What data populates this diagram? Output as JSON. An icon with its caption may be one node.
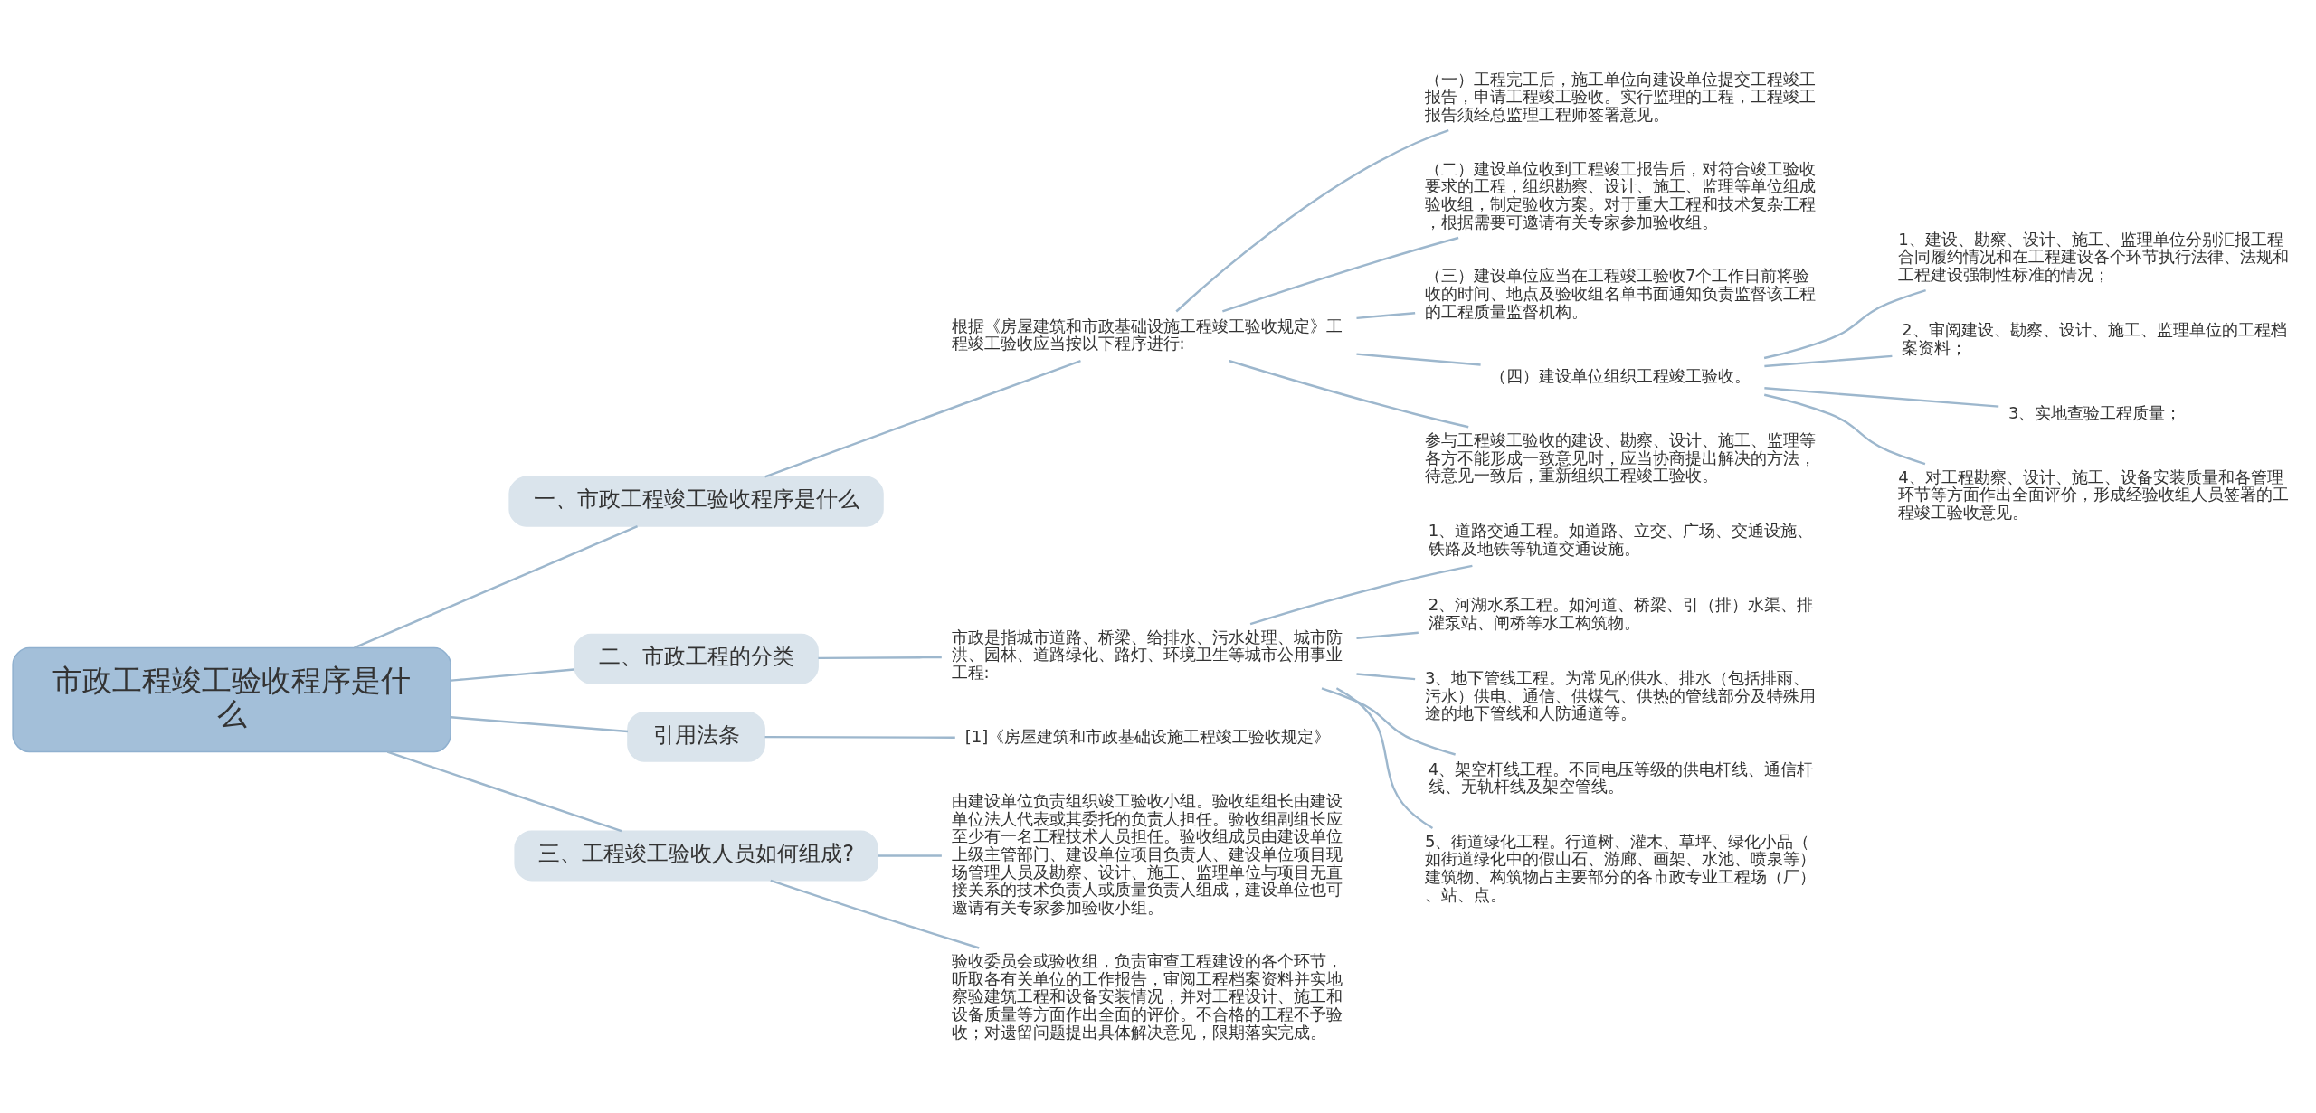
{
  "diagram": {
    "nodes": [
      {
        "text": [
          "市政工程竣工验收程序是什么"
        ]
      },
      {
        "text": [
          "一、市政工程竣工验收程序是什么"
        ]
      },
      {
        "text": [
          "根据《房屋建筑和市政基础设施工程竣工验收规定》工程竣工验收应当按以下程序进行:"
        ]
      },
      {
        "text": [
          "（一）工程完工后，施工单位向建设单位提交工程竣工报告，申请工程竣工验收。实行监理的工程，工程竣工报告须经总监理工程师签署意见。"
        ]
      },
      {
        "text": [
          "（二）建设单位收到工程竣工报告后，对符合竣工验收要求的工程，组织勘察、设计、施工、监理等单位组成验收组，制定验收方案。对于重大工程和技术复杂工程，根据需要可邀请有关专家参加验收组。"
        ]
      },
      {
        "text": [
          "（三）建设单位应当在工程竣工验收7个工作日前将验收的时间、地点及验收组名单书面通知负责监督该工程的工程质量监督机构。"
        ]
      },
      {
        "text": [
          "（四）建设单位组织工程竣工验收。"
        ]
      },
      {
        "text": [
          "1、建设、勘察、设计、施工、监理单位分别汇报工程合同履约情况和在工程建设各个环节执行法律、法规和工程建设强制性标准的情况；"
        ]
      },
      {
        "text": [
          "2、审阅建设、勘察、设计、施工、监理单位的工程档案资料；"
        ]
      },
      {
        "text": [
          "3、实地查验工程质量；"
        ]
      },
      {
        "text": [
          "4、对工程勘察、设计、施工、设备安装质量和各管理环节等方面作出全面评价，形成经验收组人员签署的工程竣工验收意见。"
        ]
      },
      {
        "text": [
          "参与工程竣工验收的建设、勘察、设计、施工、监理等各方不能形成一致意见时，应当协商提出解决的方法，待意见一致后，重新组织工程竣工验收。"
        ]
      },
      {
        "text": [
          "二、市政工程的分类"
        ]
      },
      {
        "text": [
          "市政是指城市道路、桥梁、给排水、污水处理、城市防洪、园林、道路绿化、路灯、环境卫生等城市公用事业工程:"
        ]
      },
      {
        "text": [
          "1、道路交通工程。如道路、立交、广场、交通设施、铁路及地铁等轨道交通设施。"
        ]
      },
      {
        "text": [
          "2、河湖水系工程。如河道、桥梁、引（排）水渠、排灌泵站、闸桥等水工构筑物。"
        ]
      },
      {
        "text": [
          "3、地下管线工程。为常见的供水、排水（包括排雨、污水）供电、通信、供煤气、供热的管线部分及特殊用途的地下管线和人防通道等。"
        ]
      },
      {
        "text": [
          "4、架空杆线工程。不同电压等级的供电杆线、通信杆线、无轨杆线及架空管线。"
        ]
      },
      {
        "text": [
          "5、街道绿化工程。行道树、灌木、草坪、绿化小品（如街道绿化中的假山石、游廊、画架、水池、喷泉等）建筑物、构筑物占主要部分的各市政专业工程场（厂）、站、点。"
        ]
      },
      {
        "text": [
          "引用法条"
        ]
      },
      {
        "text": [
          "[1]《房屋建筑和市政基础设施工程竣工验收规定》"
        ]
      },
      {
        "text": [
          "三、工程竣工验收人员如何组成?"
        ]
      },
      {
        "text": [
          "由建设单位负责组织竣工验收小组。验收组组长由建设单位法人代表或其委托的负责人担任。验收组副组长应至少有一名工程技术人员担任。验收组成员由建设单位上级主管部门、建设单位项目负责人、建设单位项目现场管理人员及勘察、设计、施工、监理单位与项目无直接关系的技术负责人或质量负责人组成，建设单位也可邀请有关专家参加验收小组。"
        ]
      },
      {
        "text": [
          "验收委员会或验收组，负责审查工程建设的各个环节，听取各有关单位的工作报告，审阅工程档案资料并实地察验建筑工程和设备安装情况，并对工程设计、施工和设备质量等方面作出全面的评价。不合格的工程不予验收；对遗留问题提出具体解决意见，限期落实完成。"
        ]
      }
    ],
    "edges": [
      {
        "from": 0,
        "to": 1,
        "arrow": "none"
      },
      {
        "from": 1,
        "to": 2,
        "arrow": "none"
      },
      {
        "from": 2,
        "to": 3,
        "arrow": "none"
      },
      {
        "from": 2,
        "to": 4,
        "arrow": "none"
      },
      {
        "from": 2,
        "to": 5,
        "arrow": "none"
      },
      {
        "from": 2,
        "to": 6,
        "arrow": "none"
      },
      {
        "from": 6,
        "to": 7,
        "arrow": "none"
      },
      {
        "from": 6,
        "to": 8,
        "arrow": "none"
      },
      {
        "from": 6,
        "to": 9,
        "arrow": "none"
      },
      {
        "from": 6,
        "to": 10,
        "arrow": "none"
      },
      {
        "from": 2,
        "to": 11,
        "arrow": "none"
      },
      {
        "from": 0,
        "to": 12,
        "arrow": "none"
      },
      {
        "from": 12,
        "to": 13,
        "arrow": "none"
      },
      {
        "from": 13,
        "to": 14,
        "arrow": "none"
      },
      {
        "from": 13,
        "to": 15,
        "arrow": "none"
      },
      {
        "from": 13,
        "to": 16,
        "arrow": "none"
      },
      {
        "from": 13,
        "to": 17,
        "arrow": "none"
      },
      {
        "from": 13,
        "to": 18,
        "arrow": "none"
      },
      {
        "from": 0,
        "to": 19,
        "arrow": "none"
      },
      {
        "from": 19,
        "to": 20,
        "arrow": "none"
      },
      {
        "from": 0,
        "to": 21,
        "arrow": "none"
      },
      {
        "from": 21,
        "to": 22,
        "arrow": "none"
      },
      {
        "from": 21,
        "to": 23,
        "arrow": "none"
      }
    ]
  }
}
